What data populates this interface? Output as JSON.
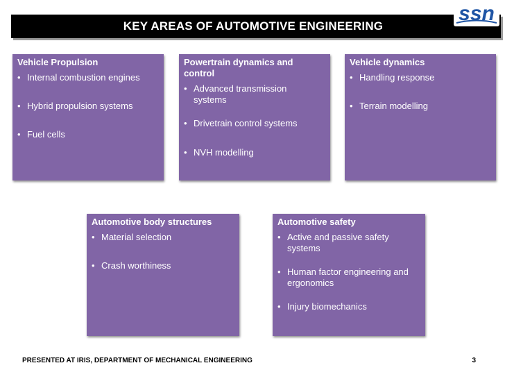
{
  "slide": {
    "title": "KEY AREAS OF AUTOMOTIVE ENGINEERING",
    "logo_text": "ssn",
    "footer": "PRESENTED AT IRIS, DEPARTMENT OF MECHANICAL ENGINEERING",
    "page_number": "3"
  },
  "colors": {
    "card_fill": "#8165a6",
    "title_bar": "#000000",
    "logo_blue": "#1f55a5"
  },
  "cards": [
    {
      "title": "Vehicle Propulsion",
      "items": [
        "Internal combustion engines",
        "Hybrid propulsion systems",
        "Fuel cells"
      ]
    },
    {
      "title": "Powertrain  dynamics and control",
      "items": [
        "Advanced transmission systems",
        "Drivetrain control systems",
        "NVH modelling"
      ]
    },
    {
      "title": "Vehicle dynamics",
      "items": [
        "Handling response",
        "Terrain modelling"
      ]
    },
    {
      "title": "Automotive body structures",
      "items": [
        "Material selection",
        "Crash worthiness"
      ]
    },
    {
      "title": "Automotive safety",
      "items": [
        "Active and passive safety systems",
        "Human factor engineering and ergonomics",
        "Injury biomechanics"
      ]
    }
  ]
}
